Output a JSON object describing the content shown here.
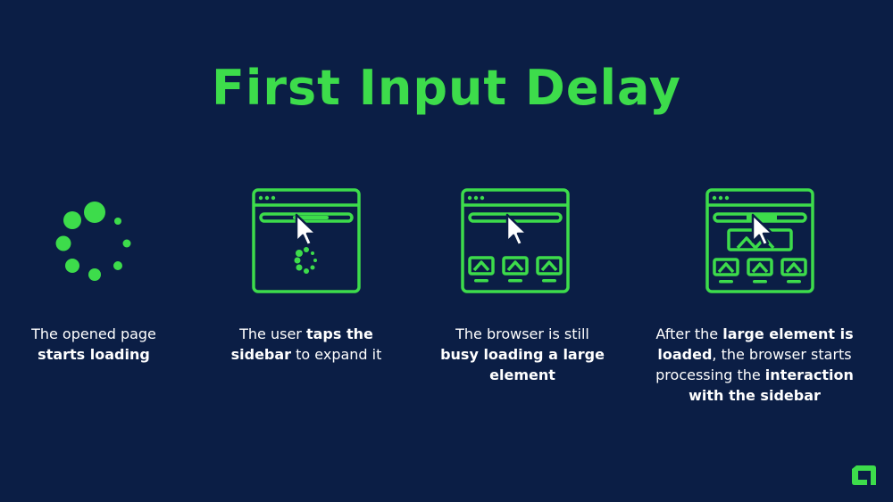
{
  "title": "First Input Delay",
  "colors": {
    "background": "#0b1e45",
    "accent": "#3ddc4b",
    "text": "#ffffff"
  },
  "steps": [
    {
      "icon": "loading-spinner-icon",
      "caption": [
        {
          "text": "The opened page",
          "bold": false
        },
        {
          "br": true
        },
        {
          "text": "starts loading",
          "bold": true
        }
      ]
    },
    {
      "icon": "browser-cursor-spinner-icon",
      "caption": [
        {
          "text": "The user ",
          "bold": false
        },
        {
          "text": "taps the",
          "bold": true
        },
        {
          "br": true
        },
        {
          "text": "sidebar",
          "bold": true
        },
        {
          "text": " to expand it",
          "bold": false
        }
      ]
    },
    {
      "icon": "browser-cursor-images-icon",
      "caption": [
        {
          "text": "The browser is still",
          "bold": false
        },
        {
          "br": true
        },
        {
          "text": "busy loading a large",
          "bold": true
        },
        {
          "br": true
        },
        {
          "text": "element",
          "bold": true
        }
      ]
    },
    {
      "icon": "browser-cursor-large-image-icon",
      "caption": [
        {
          "text": "After the ",
          "bold": false
        },
        {
          "text": "large element is",
          "bold": true
        },
        {
          "br": true
        },
        {
          "text": "loaded",
          "bold": true
        },
        {
          "text": ", the browser starts",
          "bold": false
        },
        {
          "br": true
        },
        {
          "text": "processing the ",
          "bold": false
        },
        {
          "text": "interaction",
          "bold": true
        },
        {
          "br": true
        },
        {
          "text": "with the sidebar",
          "bold": true
        }
      ]
    }
  ],
  "logo": "brand-logo-icon"
}
